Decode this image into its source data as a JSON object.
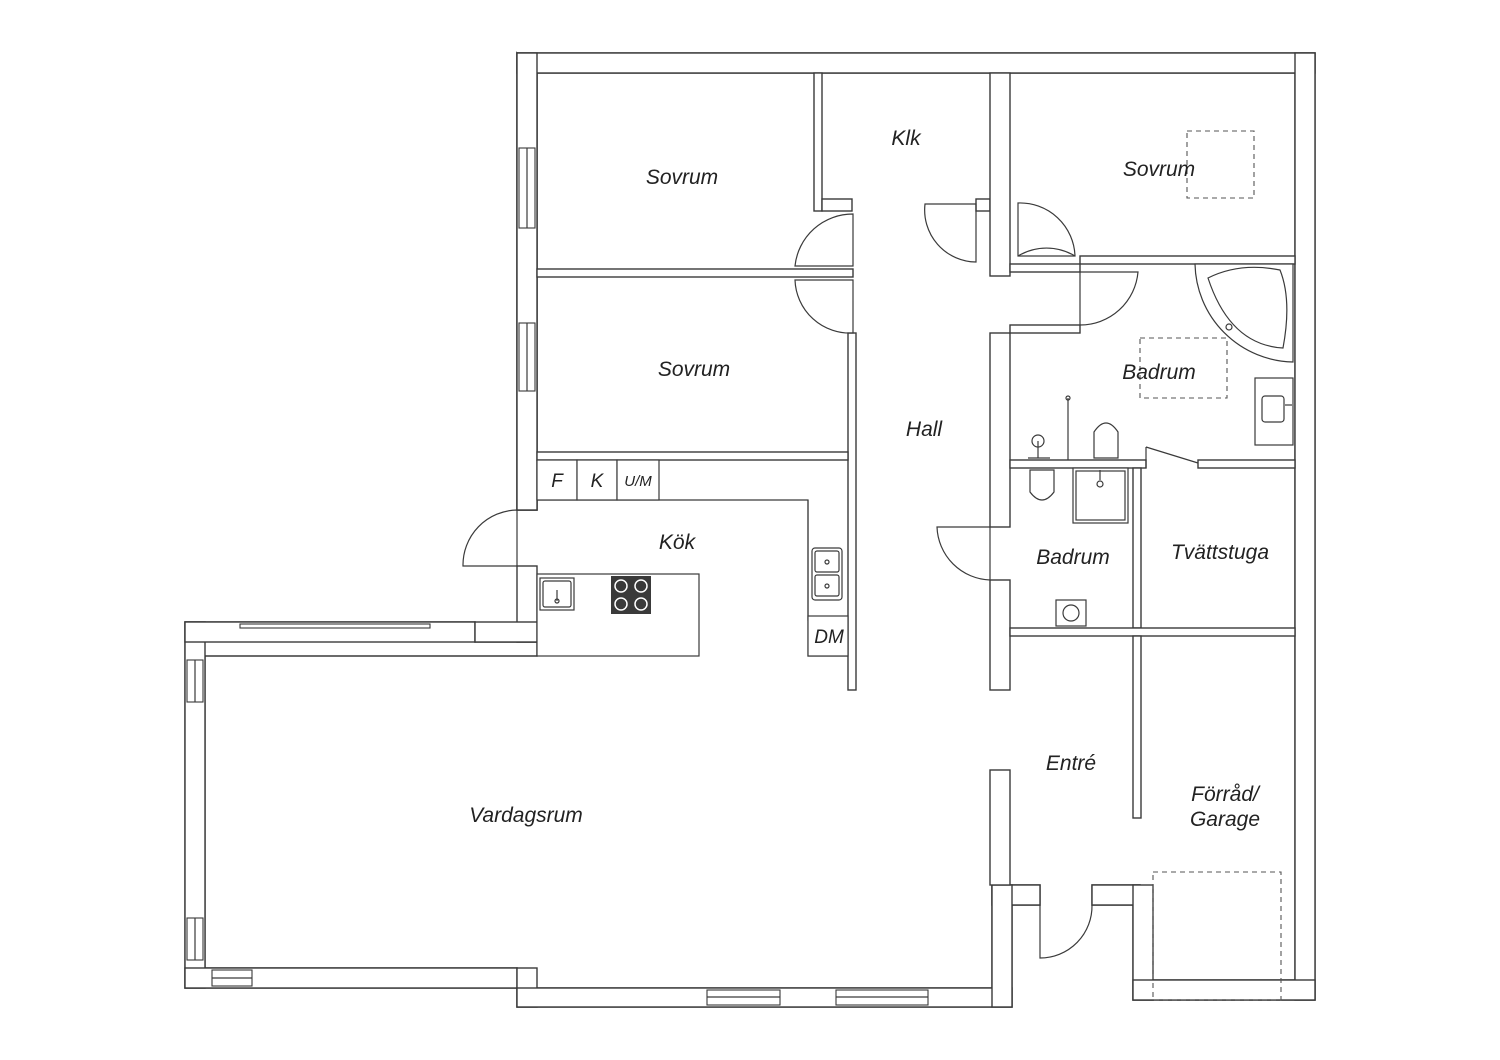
{
  "rooms": {
    "bedroom_1": "Sovrum",
    "closet": "Klk",
    "bedroom_2": "Sovrum",
    "bedroom_3": "Sovrum",
    "hall": "Hall",
    "bathroom_1": "Badrum",
    "bathroom_2": "Badrum",
    "laundry": "Tvättstuga",
    "kitchen": "Kök",
    "living_room": "Vardagsrum",
    "entrance": "Entré",
    "storage_line1": "Förråd/",
    "storage_line2": "Garage"
  },
  "appliances": {
    "fridge": "F",
    "freezer": "K",
    "oven_micro": "U/M",
    "dishwasher": "DM"
  }
}
